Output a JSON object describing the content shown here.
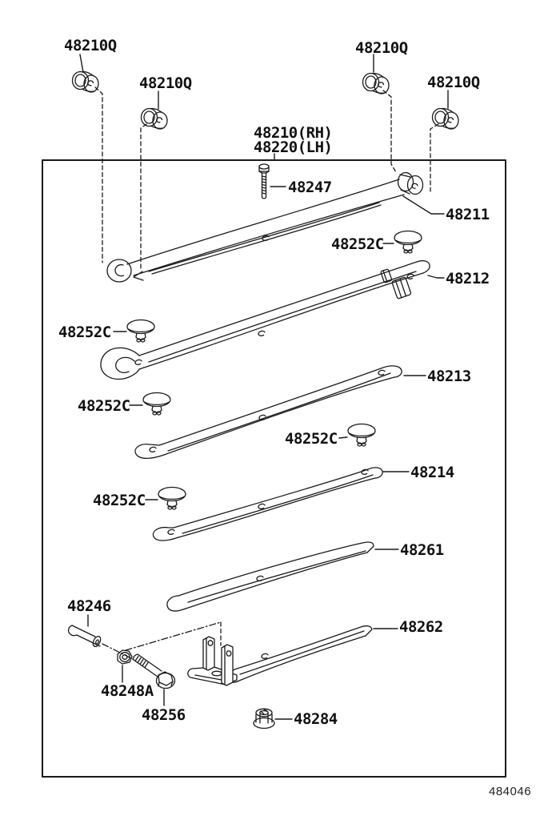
{
  "page": {
    "background_color": "#ffffff",
    "line_color": "#1a1a1a"
  },
  "figure": {
    "ref_number": "484046",
    "parts": {
      "bushing_1": "48210Q",
      "bushing_2": "48210Q",
      "bushing_3": "48210Q",
      "bushing_4": "48210Q",
      "spring_assembly_rh": "48210(RH)",
      "spring_assembly_lh": "48220(LH)",
      "center_bolt": "48247",
      "leaf_1": "48211",
      "clip_1": "48252C",
      "leaf_2": "48212",
      "clip_2": "48252C",
      "leaf_3": "48213",
      "clip_3": "48252C",
      "clip_4": "48252C",
      "leaf_4": "48214",
      "clip_5": "48252C",
      "leaf_5": "48261",
      "leaf_6": "48262",
      "spacer_pin": "48246",
      "washer": "48248A",
      "bolt": "48256",
      "nut": "48284"
    }
  }
}
